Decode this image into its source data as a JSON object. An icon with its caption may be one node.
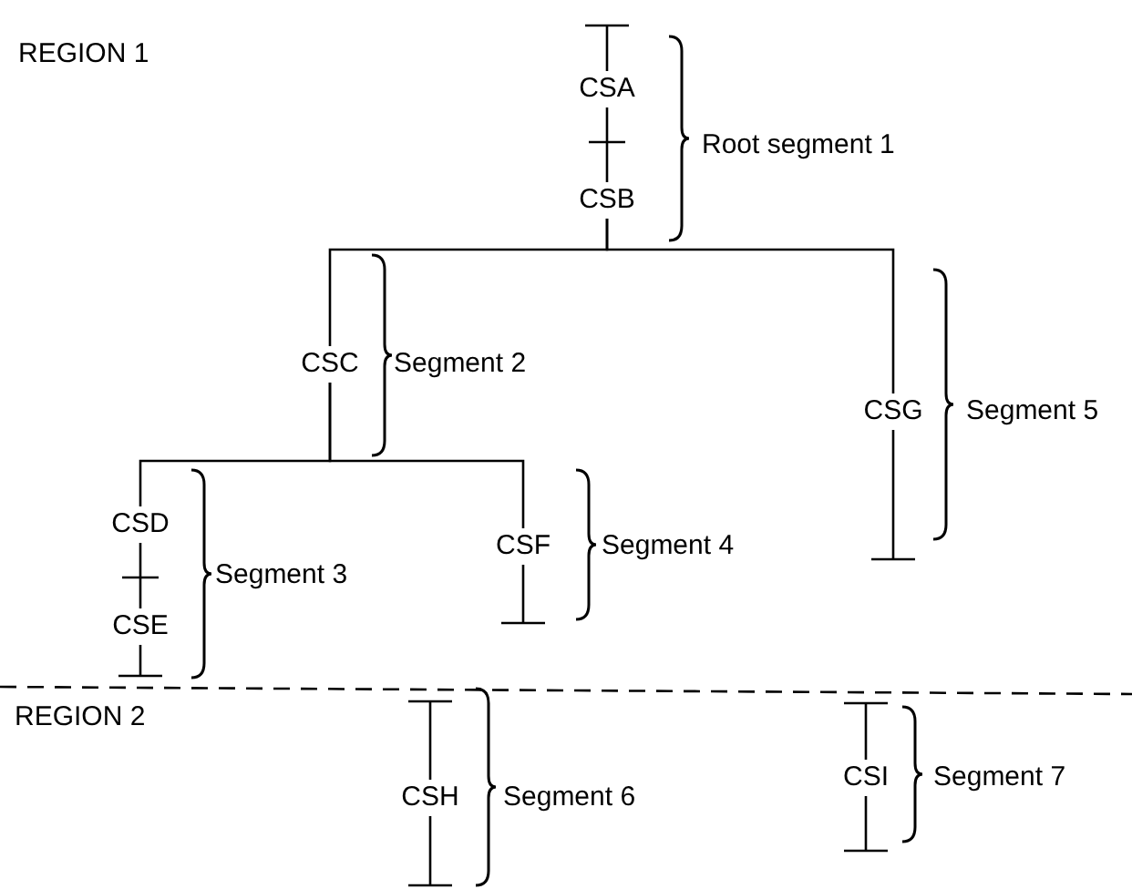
{
  "diagram": {
    "nodes": [
      {
        "text": [
          "CSA"
        ]
      },
      {
        "text": [
          "CSB"
        ]
      },
      {
        "text": [
          "CSC"
        ]
      },
      {
        "text": [
          "CSG"
        ]
      },
      {
        "text": [
          "CSD"
        ]
      },
      {
        "text": [
          "CSE"
        ]
      },
      {
        "text": [
          "CSF"
        ]
      },
      {
        "text": [
          "CSH"
        ]
      },
      {
        "text": [
          "CSI"
        ]
      }
    ],
    "edges": [
      {
        "from": 0,
        "to": 1,
        "arrow": "none"
      },
      {
        "from": 1,
        "to": 2,
        "arrow": "none"
      },
      {
        "from": 1,
        "to": 3,
        "arrow": "none"
      },
      {
        "from": 2,
        "to": 4,
        "arrow": "none"
      },
      {
        "from": 2,
        "to": 6,
        "arrow": "none"
      },
      {
        "from": 4,
        "to": 5,
        "arrow": "none"
      }
    ],
    "labels": [
      "REGION 1",
      "Root segment 1",
      "Segment 2",
      "Segment 5",
      "Segment 3",
      "Segment 4",
      "REGION 2",
      "Segment 6",
      "Segment 7"
    ]
  }
}
